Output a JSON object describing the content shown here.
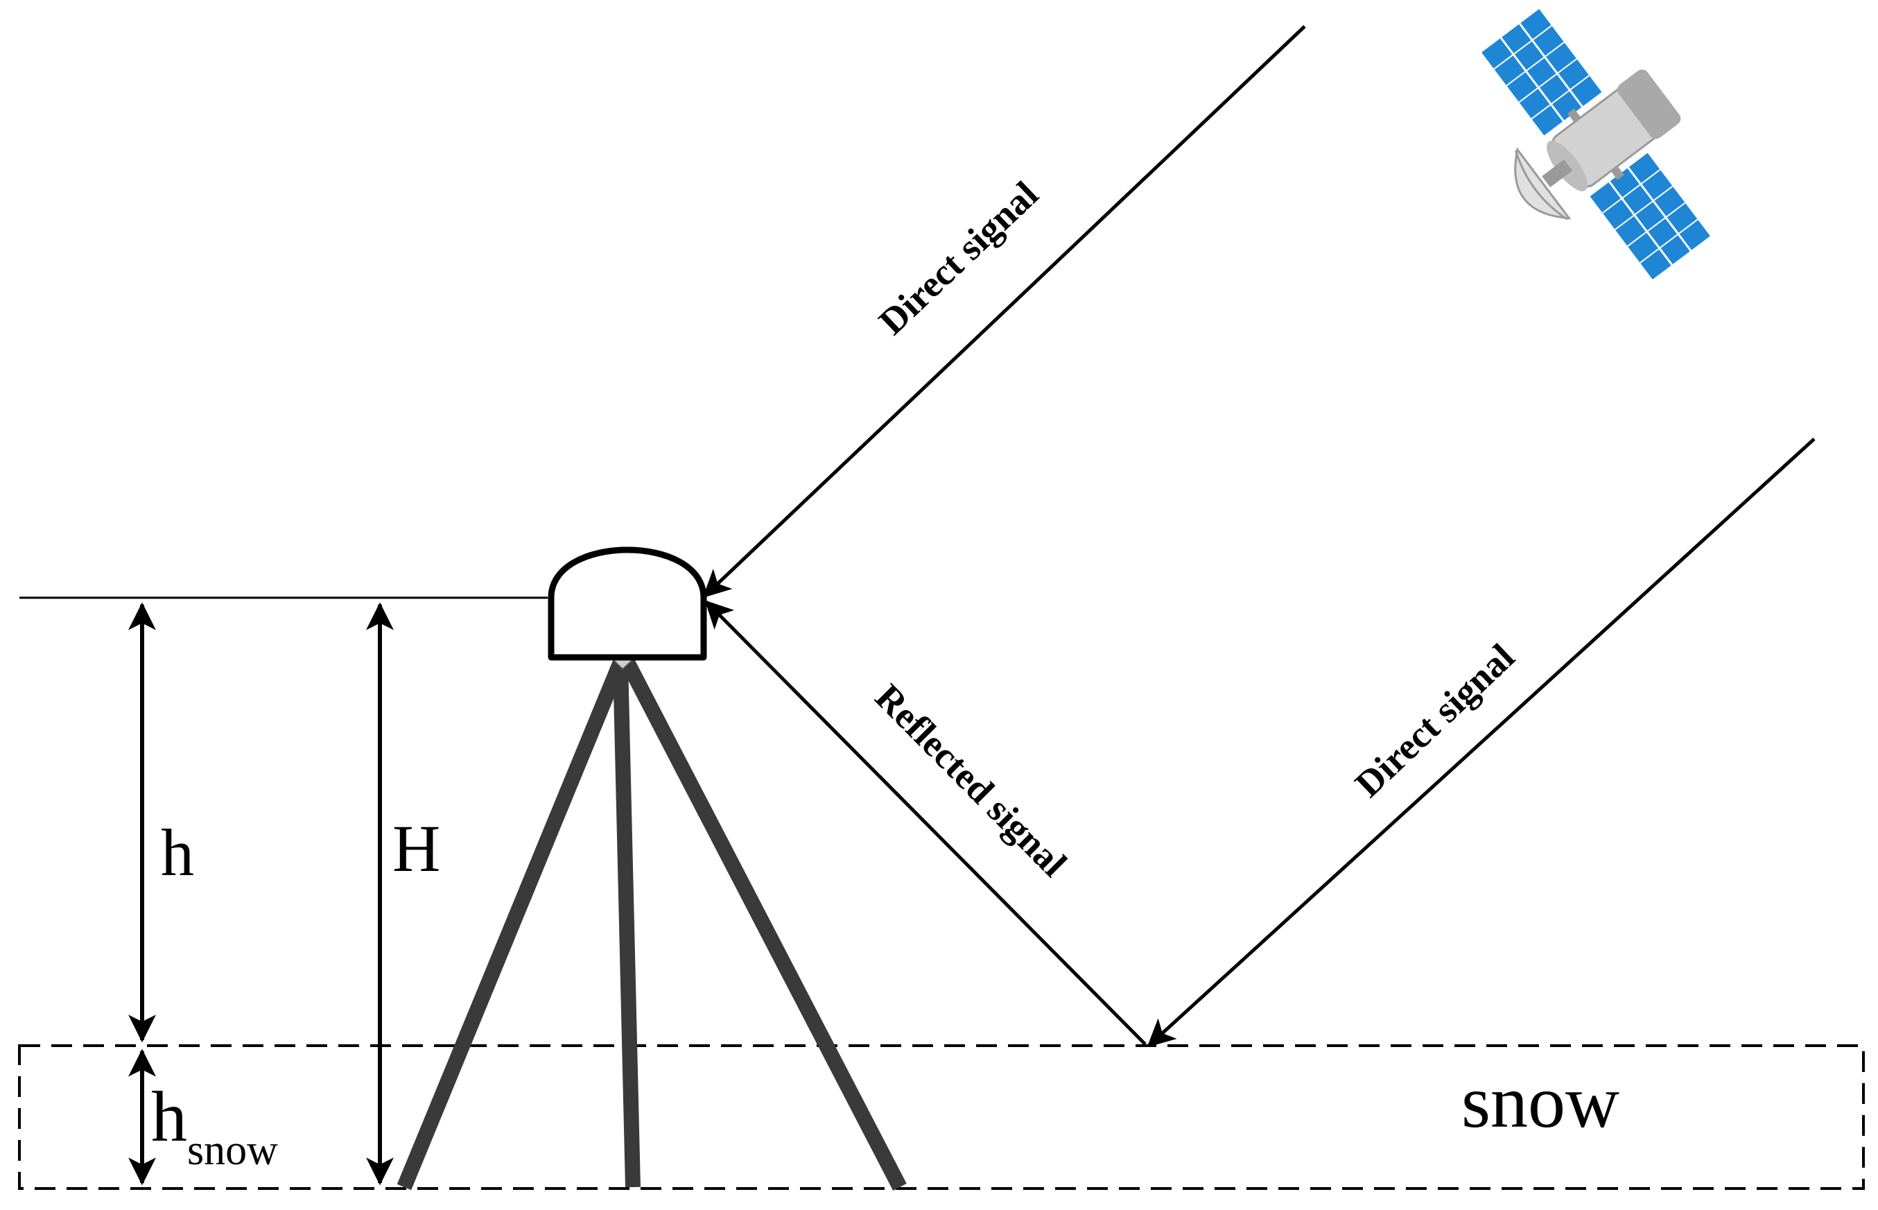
{
  "labels": {
    "direct_signal_upper": "Direct signal",
    "direct_signal_lower": "Direct signal",
    "reflected_signal": "Reflected signal",
    "h": "h",
    "H": "H",
    "h_snow_main": "h",
    "h_snow_sub": "snow",
    "snow_region": "snow"
  },
  "icons": {
    "satellite": "satellite-icon",
    "antenna": "gnss-antenna-icon",
    "tripod": "tripod-icon"
  },
  "colors": {
    "line": "#000000",
    "tripod": "#3a3a3a",
    "solar_panel": "#1f86d6",
    "solar_panel_grid": "#ffffff",
    "satellite_body": "#c8c8c8",
    "satellite_dark": "#8e8e8e"
  }
}
